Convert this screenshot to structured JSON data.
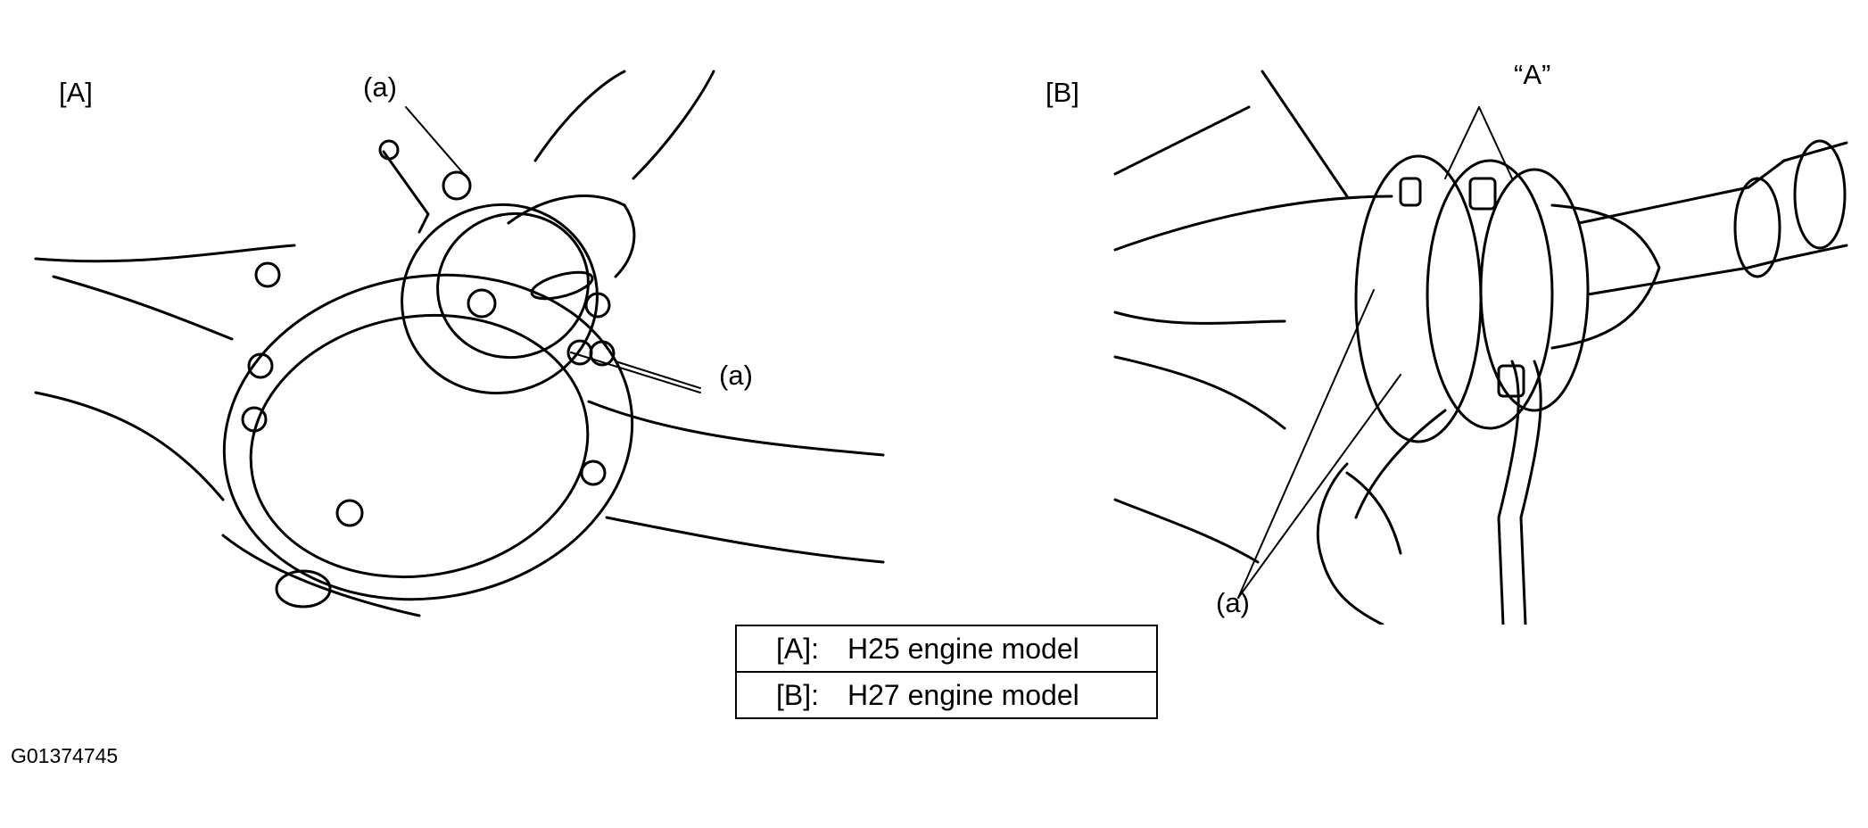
{
  "figure_a": {
    "panel_label": "[A]",
    "callouts": [
      "(a)",
      "(a)"
    ]
  },
  "figure_b": {
    "panel_label": "[B]",
    "callouts": [
      "“A”",
      "(a)"
    ]
  },
  "legend": {
    "rows": [
      {
        "key": "[A]:",
        "text": "H25 engine model"
      },
      {
        "key": "[B]:",
        "text": "H27 engine model"
      }
    ]
  },
  "figure_code": "G01374745"
}
